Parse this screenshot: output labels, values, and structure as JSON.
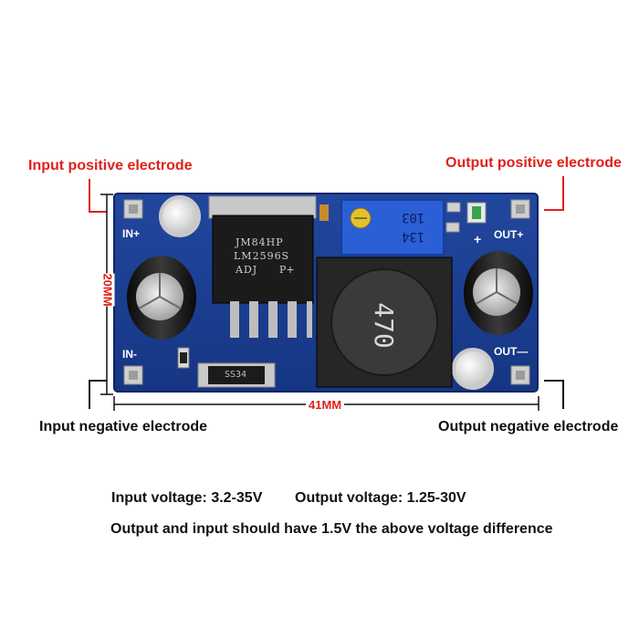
{
  "callouts": {
    "input_positive": "Input positive electrode",
    "output_positive": "Output positive electrode",
    "input_negative": "Input negative electrode",
    "output_negative": "Output negative electrode"
  },
  "dimensions": {
    "height": "20MM",
    "width": "41MM"
  },
  "board": {
    "in_plus": "IN+",
    "in_minus": "IN-",
    "out_plus": "OUT+",
    "out_minus": "OUT—",
    "plus_sign": "+",
    "chip_line1": "LM2596S",
    "chip_line2": "ADJ",
    "chip_line3": "P+",
    "chip_logo": "JM84HP",
    "pot_line1": "103",
    "pot_line2": "134",
    "inductor": "470",
    "diode": "SS34"
  },
  "specs": {
    "line1_input": "Input voltage: 3.2-35V",
    "line1_output": "Output voltage: 1.25-30V",
    "line2": "Output and input should have 1.5V the above voltage difference"
  },
  "colors": {
    "board": "#1d3f93",
    "accent_red": "#e0201c"
  }
}
